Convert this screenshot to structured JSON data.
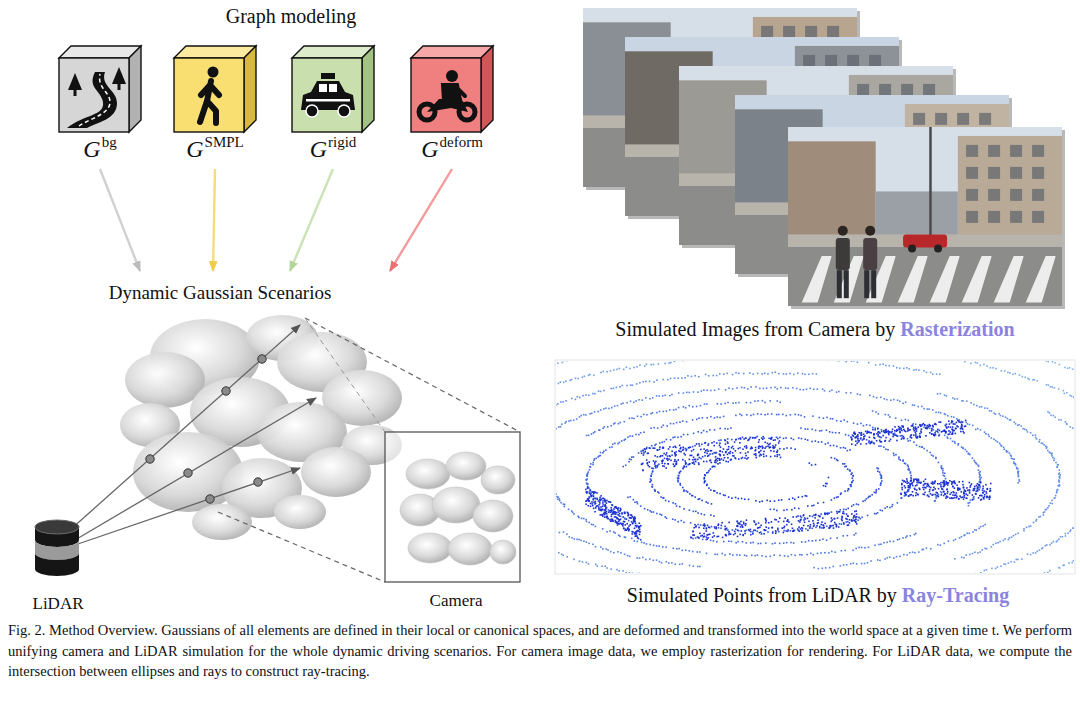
{
  "diagram": {
    "caption": "Fig. 2. Method Overview. Gaussians of all elements are defined in their local or canonical spaces, and are deformed and transformed into the world space at a given time t. We perform unifying camera and LiDAR simulation for the whole dynamic driving scenarios. For camera image data, we employ rasterization for rendering. For LiDAR data, we compute the intersection between ellipses and rays to construct ray-tracing.",
    "nodes": [
      {
        "text": [
          "G",
          "bg"
        ]
      },
      {
        "text": [
          "G",
          "SMPL"
        ]
      },
      {
        "text": [
          "G",
          "rigid"
        ]
      },
      {
        "text": [
          "G",
          "deform"
        ]
      },
      {
        "text": [
          "Dynamic Gaussian Scenarios"
        ]
      }
    ],
    "edges": [
      {
        "from": 0,
        "to": 4,
        "arrow": "to"
      },
      {
        "from": 1,
        "to": 4,
        "arrow": "to"
      },
      {
        "from": 2,
        "to": 4,
        "arrow": "to"
      },
      {
        "from": 3,
        "to": 4,
        "arrow": "to"
      }
    ],
    "labels": [
      "Graph modeling",
      "Simulated Images from Camera by",
      "Rasterization",
      "LiDAR",
      "Camera",
      "Simulated Points from LiDAR by",
      "Ray-Tracing"
    ]
  }
}
